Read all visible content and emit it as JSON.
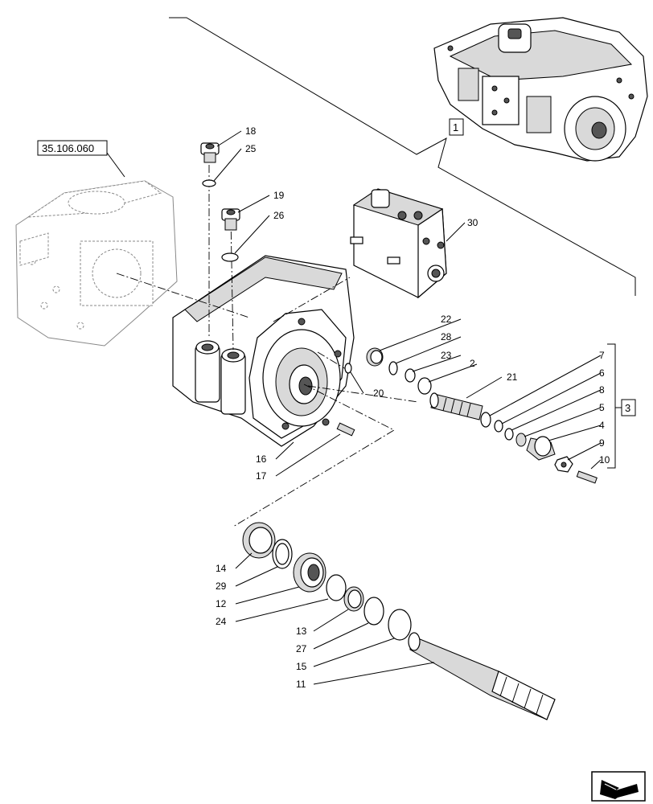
{
  "reference_label": "35.106.060",
  "assembly_labels": {
    "main_assembly": "1",
    "sub_assembly": "3"
  },
  "callouts": {
    "c18": "18",
    "c25": "25",
    "c19": "19",
    "c26": "26",
    "c30": "30",
    "c22": "22",
    "c28": "28",
    "c23": "23",
    "c2": "2",
    "c21": "21",
    "c20": "20",
    "c7": "7",
    "c6": "6",
    "c8": "8",
    "c5": "5",
    "c4": "4",
    "c9": "9",
    "c10": "10",
    "c16": "16",
    "c17": "17",
    "c14": "14",
    "c29": "29",
    "c12": "12",
    "c24": "24",
    "c13": "13",
    "c27": "27",
    "c15": "15",
    "c11": "11"
  },
  "icons": {
    "navigation": "arrow-icon"
  }
}
